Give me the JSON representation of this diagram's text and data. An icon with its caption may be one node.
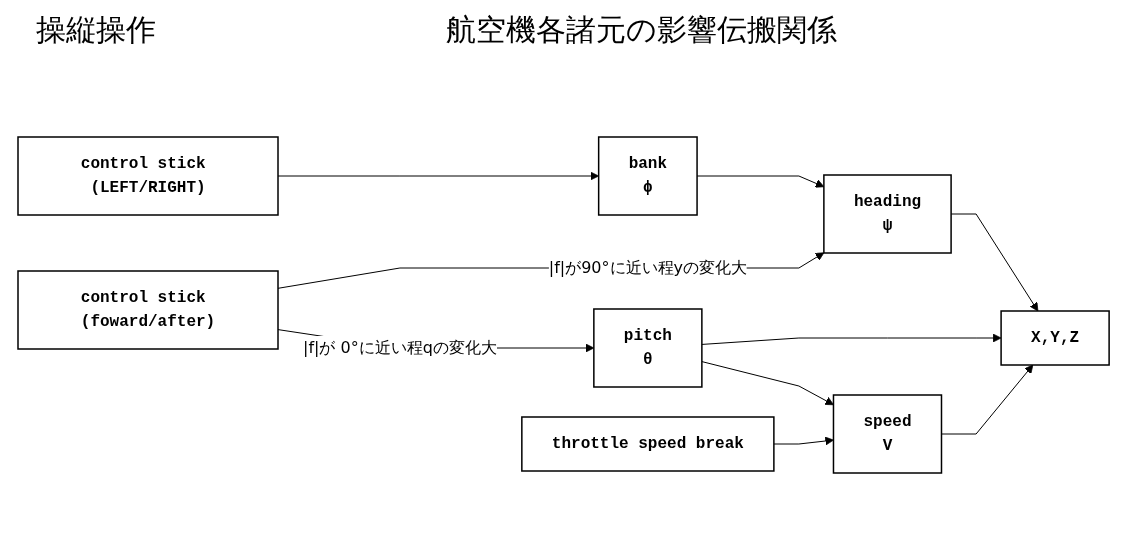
{
  "diagram": {
    "nodes": [
      {
        "text": [
          "control stick (LEFT/RIGHT)"
        ]
      },
      {
        "text": [
          "bank",
          "ϕ"
        ]
      },
      {
        "text": [
          "heading",
          "ψ"
        ]
      },
      {
        "text": [
          "X,Y,Z"
        ]
      },
      {
        "text": [
          "control stick (foward/after)"
        ]
      },
      {
        "text": [
          "pitch",
          "θ"
        ]
      },
      {
        "text": [
          "throttle speed break"
        ]
      },
      {
        "text": [
          "speed",
          "V"
        ]
      }
    ],
    "edges": [
      {
        "from": 0,
        "to": 1,
        "arrow": "to"
      },
      {
        "from": 1,
        "to": 2,
        "arrow": "to"
      },
      {
        "from": 4,
        "to": 2,
        "arrow": "to",
        "label": "|f|が90°に近い程yの変化大"
      },
      {
        "from": 4,
        "to": 5,
        "arrow": "to",
        "label": "|f|が 0°に近い程qの変化大"
      },
      {
        "from": 2,
        "to": 3,
        "arrow": "to"
      },
      {
        "from": 5,
        "to": 3,
        "arrow": "to"
      },
      {
        "from": 7,
        "to": 3,
        "arrow": "to"
      },
      {
        "from": 5,
        "to": 7,
        "arrow": "to"
      },
      {
        "from": 6,
        "to": 7,
        "arrow": "to"
      }
    ],
    "labels": [
      "操縦操作",
      "航空機各諸元の影響伝搬関係"
    ]
  }
}
